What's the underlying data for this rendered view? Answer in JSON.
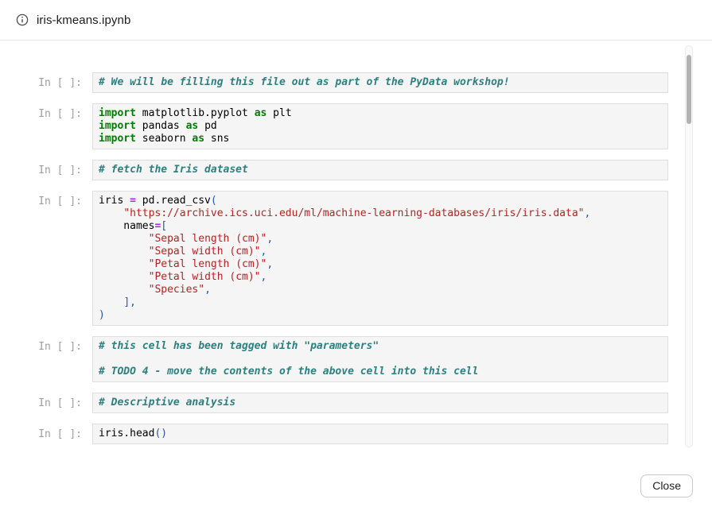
{
  "header": {
    "title": "iris-kmeans.ipynb",
    "icon": "info-icon"
  },
  "footer": {
    "close_label": "Close"
  },
  "syntax_colors": {
    "keyword": "#008000",
    "string": "#BA2121",
    "comment": "#2E8080",
    "operator": "#AA22FF",
    "punctuation": "#2558B0",
    "plain": "#000000",
    "prompt": "#9E9E9E"
  },
  "notebook": {
    "prompt_label": "In [ ]:",
    "cells": [
      {
        "lines": [
          [
            [
              "com",
              "# We will be filling this file out as part of the PyData workshop!"
            ]
          ]
        ]
      },
      {
        "lines": [
          [
            [
              "kw",
              "import"
            ],
            [
              "pl",
              " matplotlib.pyplot "
            ],
            [
              "kw",
              "as"
            ],
            [
              "pl",
              " plt"
            ]
          ],
          [
            [
              "kw",
              "import"
            ],
            [
              "pl",
              " pandas "
            ],
            [
              "kw",
              "as"
            ],
            [
              "pl",
              " pd"
            ]
          ],
          [
            [
              "kw",
              "import"
            ],
            [
              "pl",
              " seaborn "
            ],
            [
              "kw",
              "as"
            ],
            [
              "pl",
              " sns"
            ]
          ]
        ]
      },
      {
        "lines": [
          [
            [
              "com",
              "# fetch the Iris dataset"
            ]
          ]
        ]
      },
      {
        "lines": [
          [
            [
              "pl",
              "iris "
            ],
            [
              "op",
              "="
            ],
            [
              "pl",
              " pd.read_csv"
            ],
            [
              "pun",
              "("
            ]
          ],
          [
            [
              "pl",
              "    "
            ],
            [
              "str",
              "\"https://archive.ics.uci.edu/ml/machine-learning-databases/iris/iris.data\""
            ],
            [
              "pun",
              ","
            ]
          ],
          [
            [
              "pl",
              "    names"
            ],
            [
              "op",
              "="
            ],
            [
              "pun",
              "["
            ]
          ],
          [
            [
              "pl",
              "        "
            ],
            [
              "str",
              "\"Sepal length (cm)\""
            ],
            [
              "pun",
              ","
            ]
          ],
          [
            [
              "pl",
              "        "
            ],
            [
              "str",
              "\"Sepal width (cm)\""
            ],
            [
              "pun",
              ","
            ]
          ],
          [
            [
              "pl",
              "        "
            ],
            [
              "str",
              "\"Petal length (cm)\""
            ],
            [
              "pun",
              ","
            ]
          ],
          [
            [
              "pl",
              "        "
            ],
            [
              "str",
              "\"Petal width (cm)\""
            ],
            [
              "pun",
              ","
            ]
          ],
          [
            [
              "pl",
              "        "
            ],
            [
              "str",
              "\"Species\""
            ],
            [
              "pun",
              ","
            ]
          ],
          [
            [
              "pl",
              "    "
            ],
            [
              "pun",
              "],"
            ]
          ],
          [
            [
              "pun",
              ")"
            ]
          ]
        ]
      },
      {
        "lines": [
          [
            [
              "com",
              "# this cell has been tagged with \"parameters\""
            ]
          ],
          [],
          [
            [
              "com",
              "# TODO 4 - move the contents of the above cell into this cell"
            ]
          ]
        ]
      },
      {
        "lines": [
          [
            [
              "com",
              "# Descriptive analysis"
            ]
          ]
        ]
      },
      {
        "lines": [
          [
            [
              "pl",
              "iris.head"
            ],
            [
              "pun",
              "()"
            ]
          ]
        ]
      }
    ]
  }
}
